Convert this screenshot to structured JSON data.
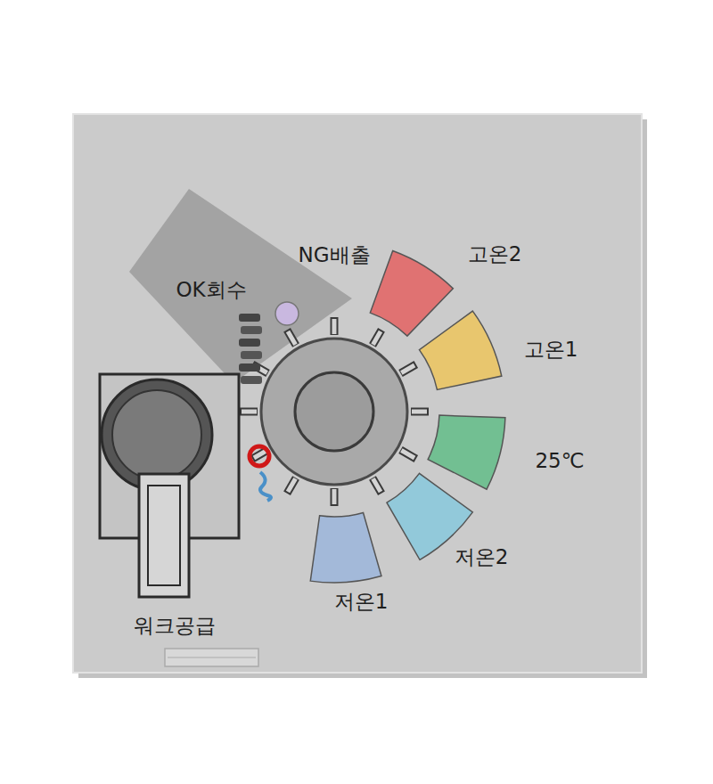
{
  "diagram": {
    "labels": [
      "NG배출",
      "고온2",
      "OK회수",
      "고온1",
      "25℃",
      "저온2",
      "저온1",
      "워크공급"
    ]
  }
}
